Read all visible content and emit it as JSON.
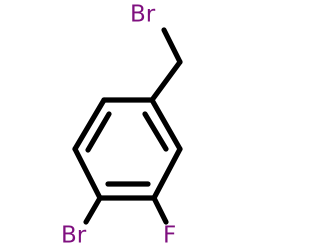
{
  "molecule": {
    "bond_color": "#000000",
    "background_color": "#ffffff",
    "labels": {
      "bromomethyl_br": {
        "text": "Br",
        "color": "#7f0f7f"
      },
      "ring_br": {
        "text": "Br",
        "color": "#7f0f7f"
      },
      "fluorine": {
        "text": "F",
        "color": "#7f0f7f"
      }
    },
    "bonds": [
      {
        "from": "CH2",
        "to": "Br1",
        "order": 1
      },
      {
        "from": "CH2",
        "to": "C1",
        "order": 1
      },
      {
        "from": "C1",
        "to": "C2",
        "order": 1
      },
      {
        "from": "C2",
        "to": "C3",
        "order": 2
      },
      {
        "from": "C3",
        "to": "C4",
        "order": 1
      },
      {
        "from": "C4",
        "to": "C5",
        "order": 2
      },
      {
        "from": "C5",
        "to": "C6",
        "order": 1
      },
      {
        "from": "C6",
        "to": "C1",
        "order": 2
      },
      {
        "from": "C4",
        "to": "Br2",
        "order": 1
      },
      {
        "from": "C5",
        "to": "F",
        "order": 1
      }
    ]
  }
}
